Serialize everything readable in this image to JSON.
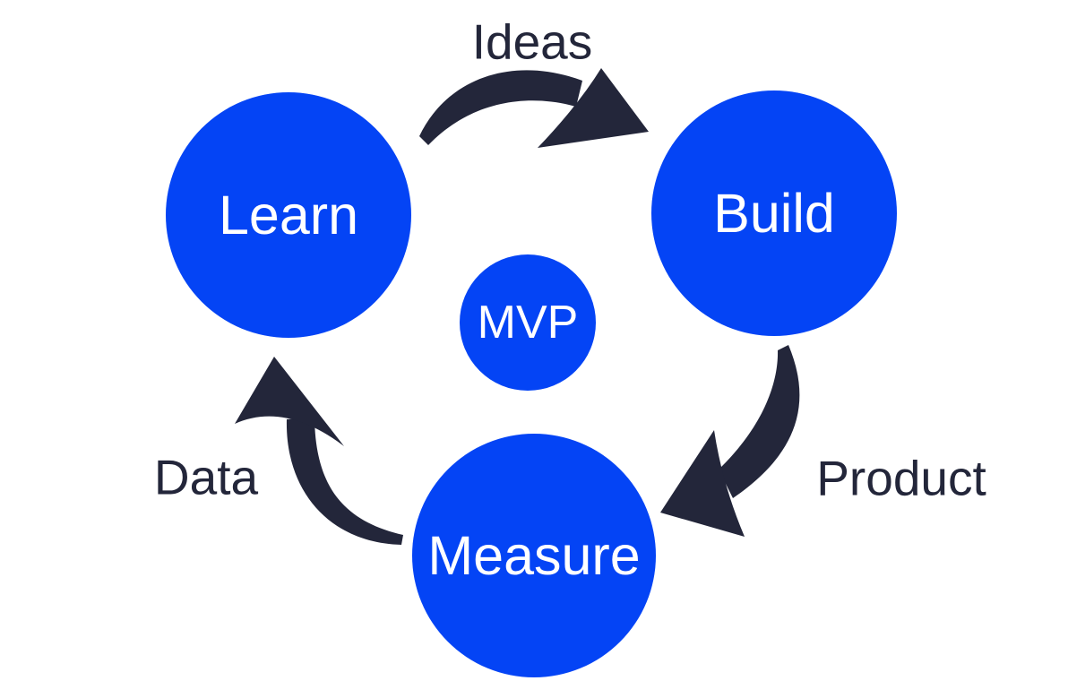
{
  "diagram_type": "cycle",
  "nodes": {
    "learn": {
      "label": "Learn"
    },
    "build": {
      "label": "Build"
    },
    "measure": {
      "label": "Measure"
    },
    "mvp": {
      "label": "MVP"
    }
  },
  "edges": {
    "ideas": {
      "label": "Ideas",
      "from": "Learn",
      "to": "Build"
    },
    "product": {
      "label": "Product",
      "from": "Build",
      "to": "Measure"
    },
    "data": {
      "label": "Data",
      "from": "Measure",
      "to": "Learn"
    }
  },
  "colors": {
    "background": "#FFFFFF",
    "node_fill": "#0444F5",
    "node_text": "#FFFFFF",
    "arrow": "#23263A",
    "edge_label_text": "#23263A"
  }
}
